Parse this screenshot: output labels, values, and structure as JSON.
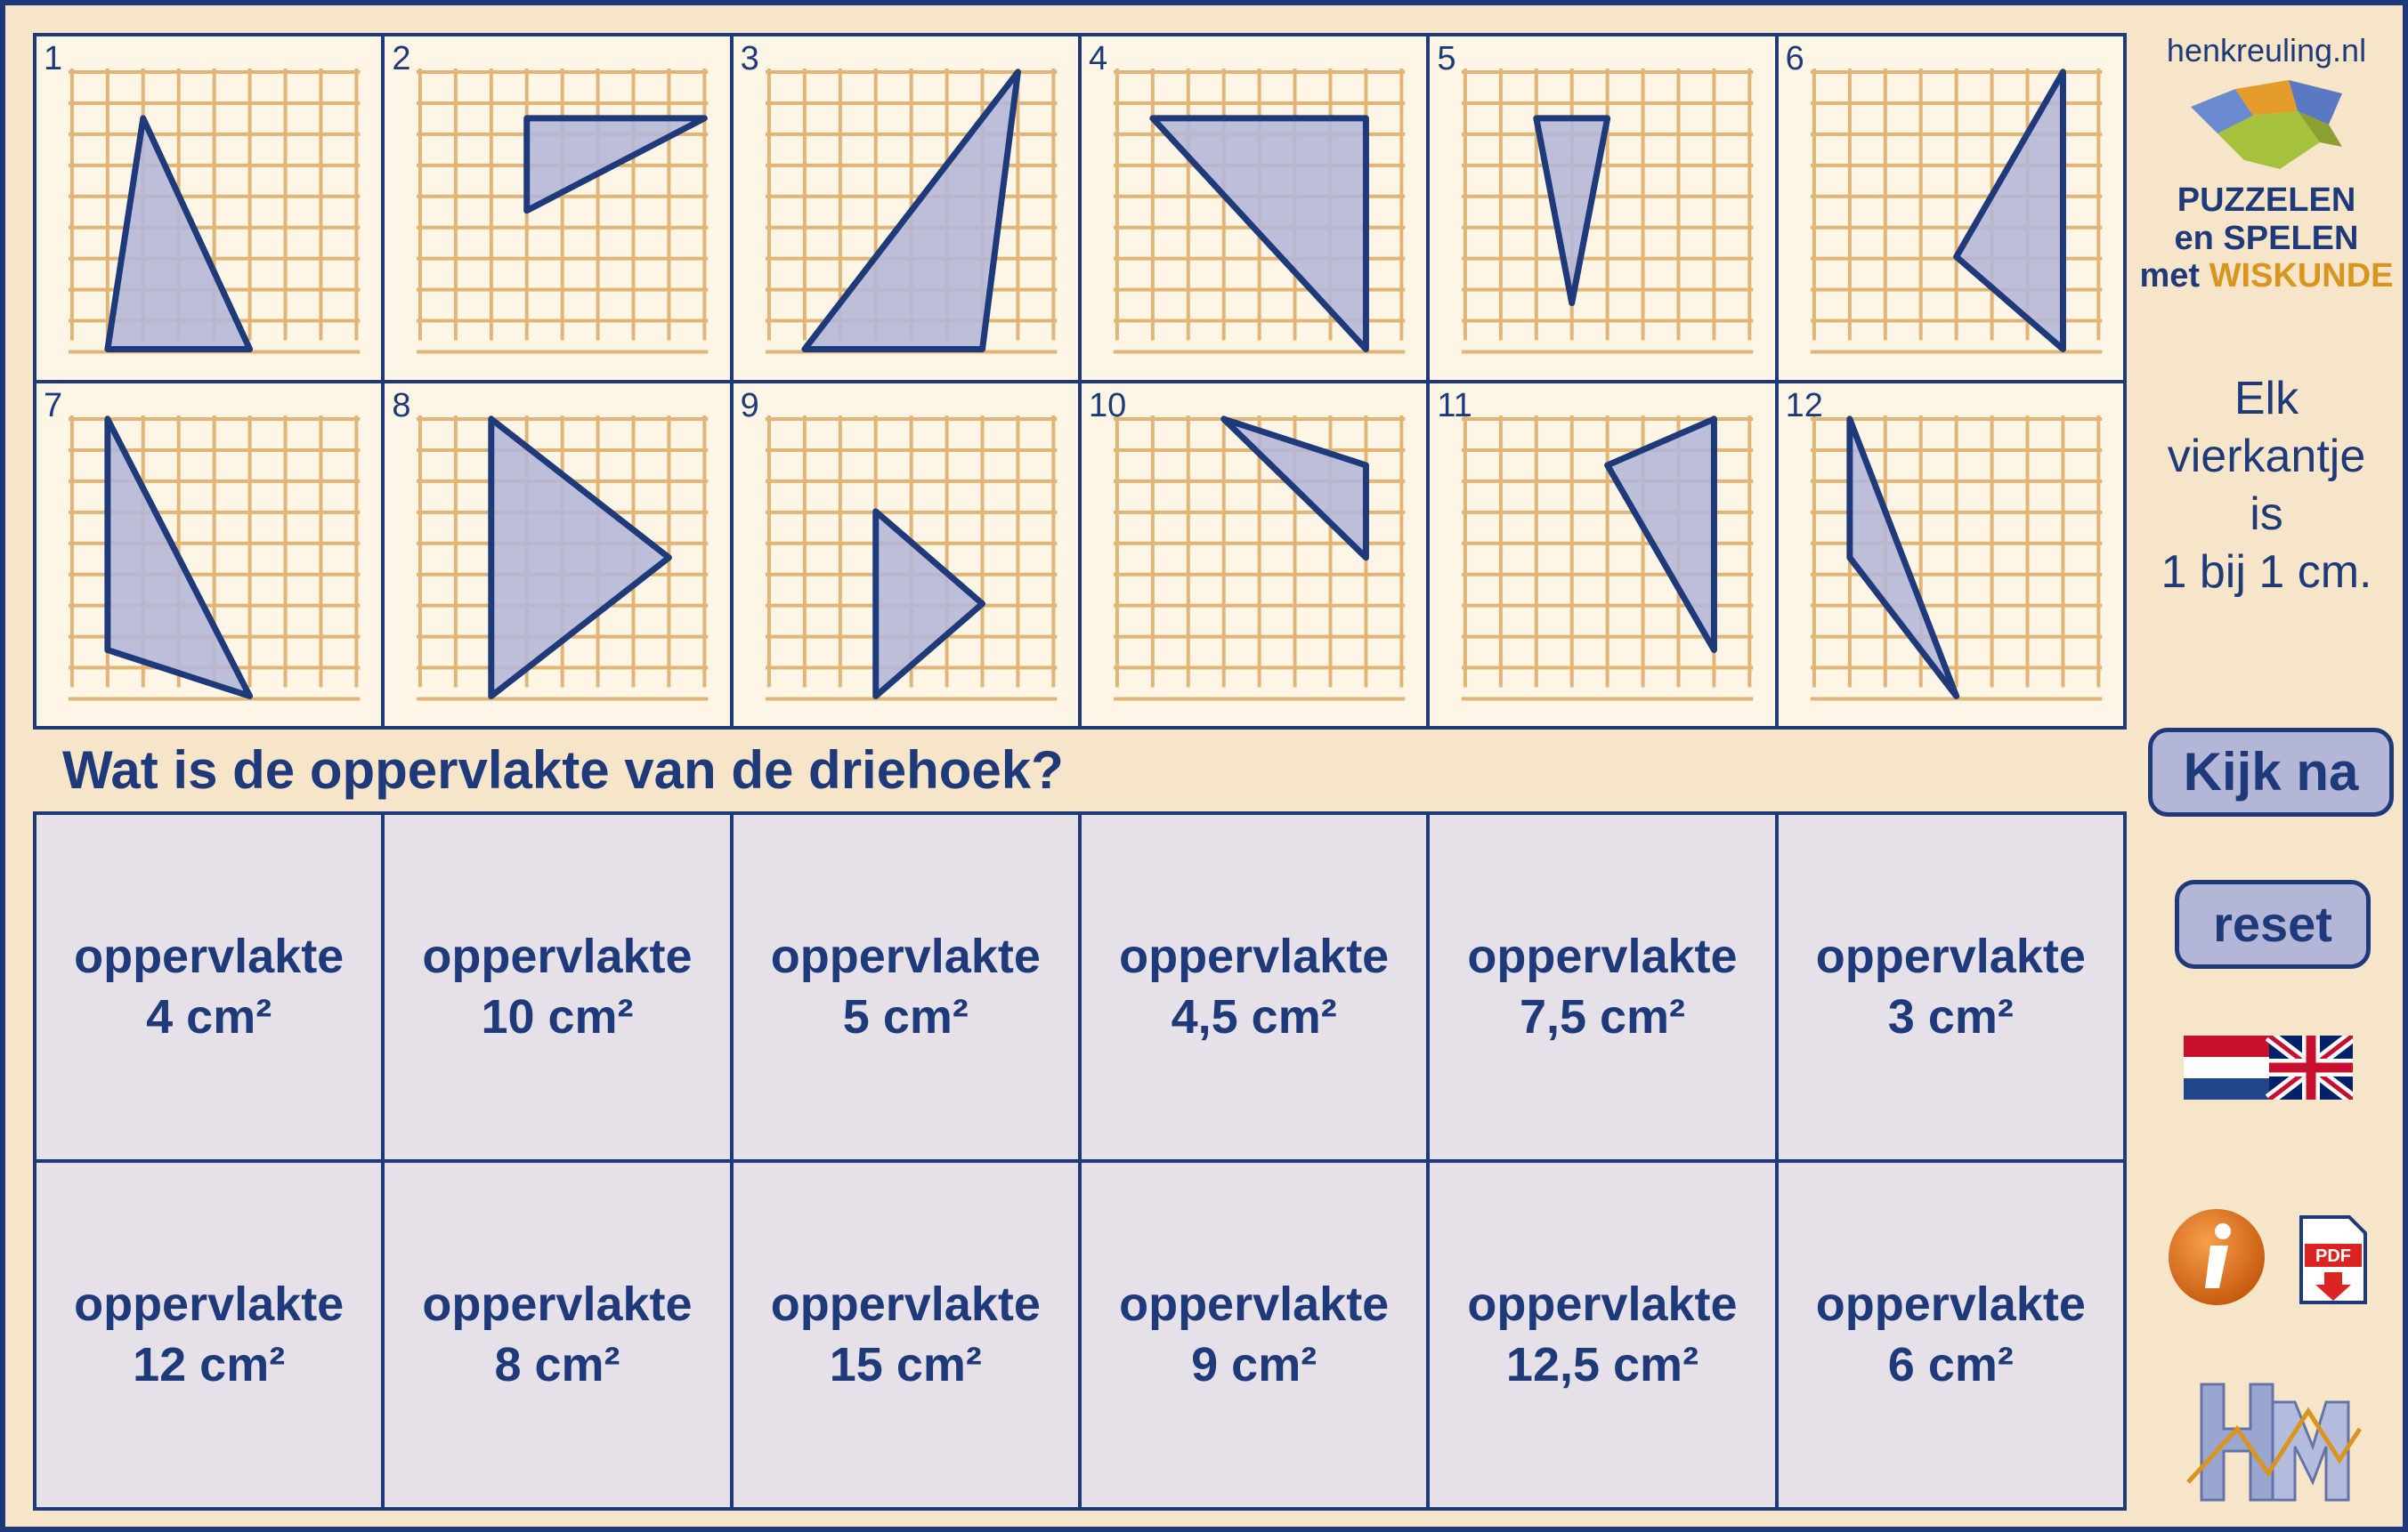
{
  "tiles": [
    {
      "num": "1",
      "tri": [
        [
          2,
          1
        ],
        [
          1,
          6
        ],
        [
          5,
          6
        ]
      ]
    },
    {
      "num": "2",
      "tri": [
        [
          3,
          1
        ],
        [
          3,
          3
        ],
        [
          8,
          1
        ]
      ]
    },
    {
      "num": "3",
      "tri": [
        [
          1,
          6
        ],
        [
          6,
          6
        ],
        [
          7,
          0
        ]
      ]
    },
    {
      "num": "4",
      "tri": [
        [
          1,
          1
        ],
        [
          7,
          1
        ],
        [
          7,
          6
        ]
      ]
    },
    {
      "num": "5",
      "tri": [
        [
          2,
          1
        ],
        [
          4,
          1
        ],
        [
          3,
          5
        ]
      ]
    },
    {
      "num": "6",
      "tri": [
        [
          7,
          0
        ],
        [
          4,
          4
        ],
        [
          7,
          6
        ]
      ]
    },
    {
      "num": "7",
      "tri": [
        [
          1,
          0
        ],
        [
          1,
          5
        ],
        [
          5,
          6
        ]
      ]
    },
    {
      "num": "8",
      "tri": [
        [
          2,
          0
        ],
        [
          2,
          6
        ],
        [
          7,
          3
        ]
      ]
    },
    {
      "num": "9",
      "tri": [
        [
          3,
          2
        ],
        [
          3,
          6
        ],
        [
          6,
          4
        ]
      ]
    },
    {
      "num": "10",
      "tri": [
        [
          3,
          0
        ],
        [
          7,
          1
        ],
        [
          7,
          3
        ]
      ]
    },
    {
      "num": "11",
      "tri": [
        [
          4,
          1
        ],
        [
          7,
          0
        ],
        [
          7,
          5
        ]
      ]
    },
    {
      "num": "12",
      "tri": [
        [
          1,
          0
        ],
        [
          1,
          3
        ],
        [
          4,
          6
        ]
      ]
    }
  ],
  "question": "Wat is de oppervlakte van de driehoek?",
  "answers": [
    {
      "label": "oppervlakte",
      "value": "4 cm²"
    },
    {
      "label": "oppervlakte",
      "value": "10 cm²"
    },
    {
      "label": "oppervlakte",
      "value": "5 cm²"
    },
    {
      "label": "oppervlakte",
      "value": "4,5 cm²"
    },
    {
      "label": "oppervlakte",
      "value": "7,5 cm²"
    },
    {
      "label": "oppervlakte",
      "value": "3 cm²"
    },
    {
      "label": "oppervlakte",
      "value": "12 cm²"
    },
    {
      "label": "oppervlakte",
      "value": "8 cm²"
    },
    {
      "label": "oppervlakte",
      "value": "15 cm²"
    },
    {
      "label": "oppervlakte",
      "value": "9 cm²"
    },
    {
      "label": "oppervlakte",
      "value": "12,5 cm²"
    },
    {
      "label": "oppervlakte",
      "value": "6 cm²"
    }
  ],
  "sidebar": {
    "site": "henkreuling.nl",
    "tag_line1": "PUZZELEN",
    "tag_line2": "en SPELEN",
    "tag_line3a": "met ",
    "tag_line3b": "WISKUNDE",
    "hint_line1": "Elk",
    "hint_line2": "vierkantje",
    "hint_line3": "is",
    "hint_line4": "1 bij 1 cm.",
    "check_label": "Kijk na",
    "reset_label": "reset",
    "pdf_label": "PDF"
  },
  "colors": {
    "navy": "#1f3a7a",
    "background": "#f6e5c8",
    "tile_bg": "#fdf6e6",
    "grid": "#e2b577",
    "triangle_fill": "#b4b6d8",
    "answer_bg": "#e6e1e8",
    "accent": "#d9951e"
  },
  "icons": [
    "puzzle-logo-icon",
    "flag-nl-uk-icon",
    "info-icon",
    "pdf-download-icon",
    "hm-logo-icon"
  ]
}
